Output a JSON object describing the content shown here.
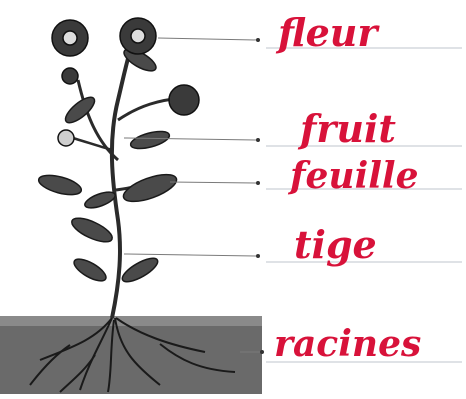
{
  "labels": {
    "fleur": "fleur",
    "fruit": "fruit",
    "feuille": "feuille",
    "tige": "tige",
    "racines": "racines"
  },
  "colors": {
    "ink": "#d8123a",
    "pointer": "#7a7a7a",
    "writing_line": "#bfc4cc",
    "soil": "#5f5f5f",
    "plant": "#2b2b2b"
  }
}
